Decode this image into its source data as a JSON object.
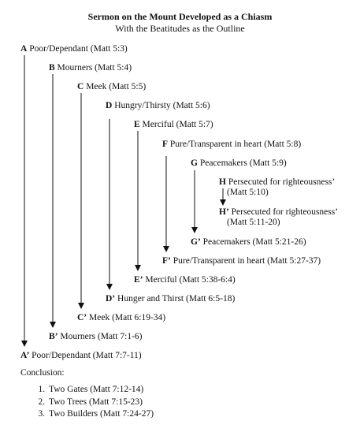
{
  "title": "Sermon on the Mount Developed as a Chiasm",
  "subtitle": "With the Beatitudes as the Outline",
  "rows": [
    {
      "letter": "A",
      "text": " Poor/Dependant (Matt 5:3)"
    },
    {
      "letter": "B",
      "text": " Mourners (Matt 5:4)"
    },
    {
      "letter": "C",
      "text": " Meek (Matt 5:5)"
    },
    {
      "letter": "D",
      "text": " Hungry/Thirsty (Matt 5:6)"
    },
    {
      "letter": "E",
      "text": " Merciful (Matt 5:7)"
    },
    {
      "letter": "F",
      "text": " Pure/Transparent in heart (Matt 5:8)"
    },
    {
      "letter": "G",
      "text": " Peacemakers (Matt 5:9)"
    },
    {
      "letter": "H",
      "text": " Persecuted for righteousness’",
      "text2": "(Matt 5:10)"
    },
    {
      "letter": "H’",
      "text": " Persecuted for righteousness’",
      "text2": "(Matt 5:11-20)"
    },
    {
      "letter": "G’",
      "text": " Peacemakers (Matt 5:21-26)"
    },
    {
      "letter": "F’",
      "text": " Pure/Transparent in heart (Matt 5:27-37)"
    },
    {
      "letter": "E’",
      "text": " Merciful (Matt 5:38-6:4)"
    },
    {
      "letter": "D’",
      "text": " Hunger and Thirst (Matt 6:5-18)"
    },
    {
      "letter": "C’",
      "text": " Meek (Matt 6:19-34)"
    },
    {
      "letter": "B’",
      "text": " Mourners (Matt 7:1-6)"
    },
    {
      "letter": "A’",
      "text": " Poor/Dependant (Matt 7:7-11)"
    }
  ],
  "conclusion_label": "Conclusion:",
  "conclusion_items": [
    "Two Gates (Matt 7:12-14)",
    "Two Trees (Matt 7:15-23)",
    "Two Builders (Matt 7:24-27)"
  ]
}
